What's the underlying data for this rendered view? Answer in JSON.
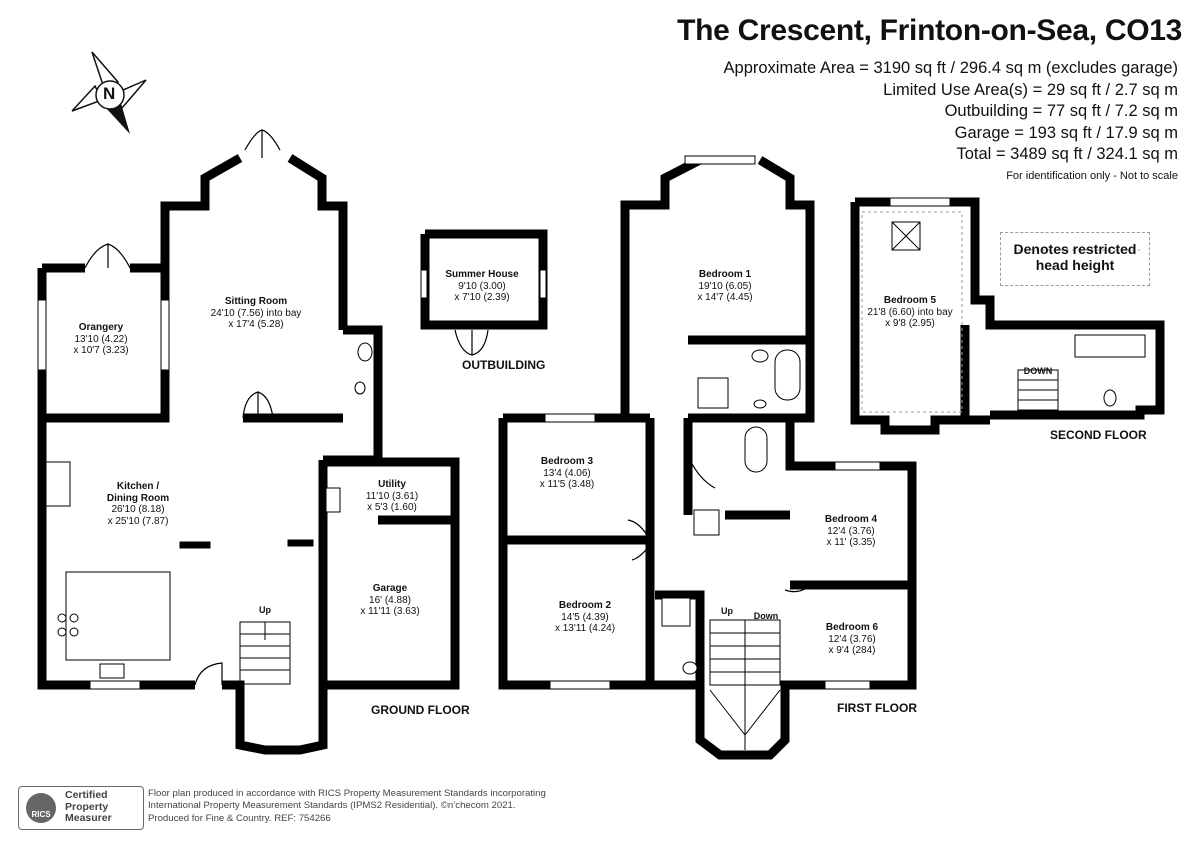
{
  "header": {
    "title": "The Crescent, Frinton-on-Sea, CO13",
    "areas": [
      "Approximate Area = 3190 sq ft / 296.4 sq m (excludes garage)",
      "Limited Use Area(s) = 29 sq ft / 2.7 sq m",
      "Outbuilding = 77 sq ft / 7.2 sq m",
      "Garage = 193 sq ft / 17.9 sq m",
      "Total = 3489 sq ft / 324.1 sq m"
    ],
    "note": "For identification only - Not to scale"
  },
  "compass": {
    "letter": "N"
  },
  "rooms": {
    "orangery": {
      "name": "Orangery",
      "dim1": "13'10 (4.22)",
      "dim2": "x 10'7 (3.23)"
    },
    "sitting": {
      "name": "Sitting Room",
      "dim1": "24'10 (7.56) into bay",
      "dim2": "x 17'4 (5.28)"
    },
    "kitchen": {
      "name": "Kitchen /",
      "name2": "Dining Room",
      "dim1": "26'10 (8.18)",
      "dim2": "x 25'10 (7.87)"
    },
    "utility": {
      "name": "Utility",
      "dim1": "11'10 (3.61)",
      "dim2": "x 5'3 (1.60)"
    },
    "garage": {
      "name": "Garage",
      "dim1": "16' (4.88)",
      "dim2": "x 11'11 (3.63)"
    },
    "summer": {
      "name": "Summer House",
      "dim1": "9'10 (3.00)",
      "dim2": "x 7'10 (2.39)"
    },
    "bed1": {
      "name": "Bedroom 1",
      "dim1": "19'10 (6.05)",
      "dim2": "x 14'7 (4.45)"
    },
    "bed2": {
      "name": "Bedroom 2",
      "dim1": "14'5 (4.39)",
      "dim2": "x 13'11 (4.24)"
    },
    "bed3": {
      "name": "Bedroom 3",
      "dim1": "13'4 (4.06)",
      "dim2": "x 11'5 (3.48)"
    },
    "bed4": {
      "name": "Bedroom 4",
      "dim1": "12'4 (3.76)",
      "dim2": "x 11' (3.35)"
    },
    "bed5": {
      "name": "Bedroom 5",
      "dim1": "21'8 (6.60) into bay",
      "dim2": "x 9'8 (2.95)"
    },
    "bed6": {
      "name": "Bedroom 6",
      "dim1": "12'4 (3.76)",
      "dim2": "x 9'4 (284)"
    }
  },
  "floors": {
    "ground": "GROUND FLOOR",
    "first": "FIRST FLOOR",
    "second": "SECOND FLOOR",
    "outbuilding": "OUTBUILDING"
  },
  "stairs": {
    "up": "Up",
    "down": "Down",
    "down_caps": "DOWN"
  },
  "legend": {
    "line1": "Denotes restricted",
    "line2": "head height"
  },
  "footer": {
    "line1": "Floor plan produced in accordance with RICS Property Measurement Standards incorporating",
    "line2": "International Property Measurement Standards (IPMS2 Residential).  ©n’checom 2021.",
    "line3": "Produced for Fine & Country.   REF:  754266",
    "badge_org": "RICS",
    "badge_1": "Certified",
    "badge_2": "Property",
    "badge_3": "Measurer"
  },
  "colors": {
    "wall": "#000000",
    "ink": "#111111",
    "restricted": "#9a9a9a"
  }
}
